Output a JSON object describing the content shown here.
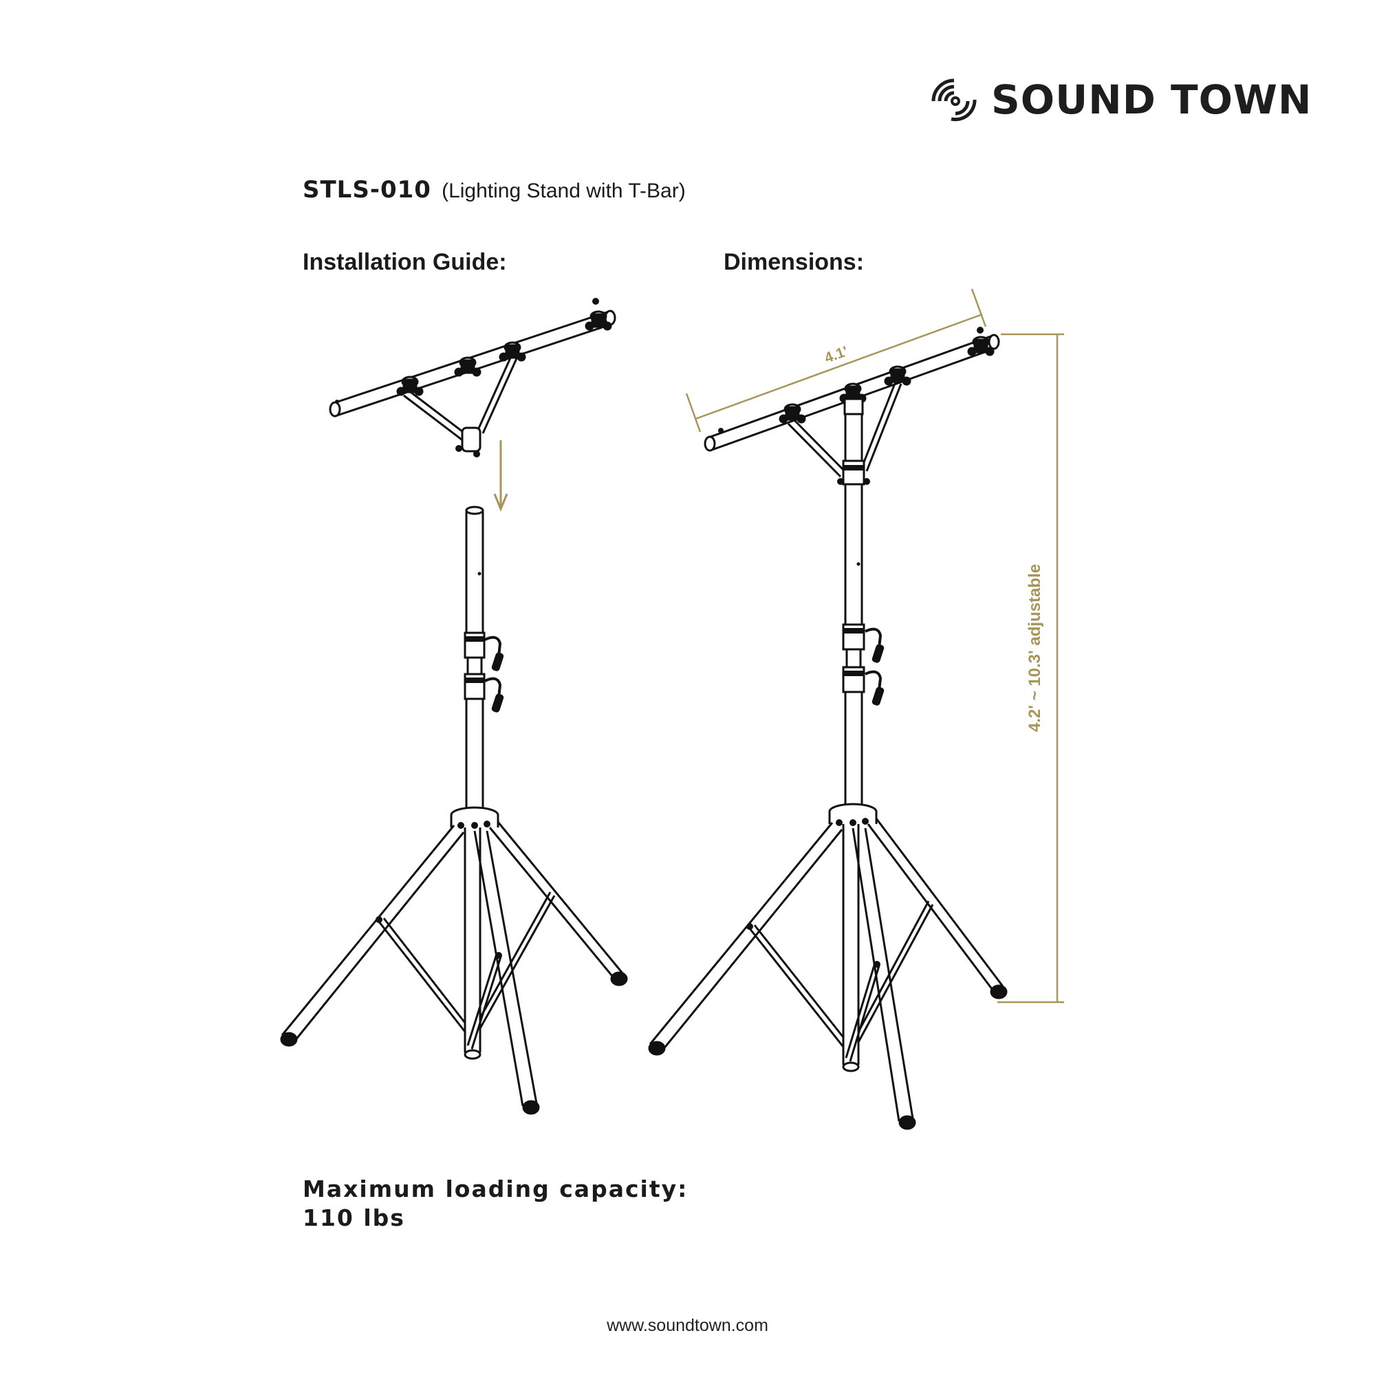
{
  "brand": {
    "name": "SOUND TOWN"
  },
  "product": {
    "model": "STLS-010",
    "description": "(Lighting Stand with T-Bar)"
  },
  "sections": {
    "installation": "Installation Guide:",
    "dimensions": "Dimensions:"
  },
  "dimensions": {
    "tbar_width": "4.1'",
    "height_range": "4.2' ~ 10.3' adjustable"
  },
  "capacity": {
    "label": "Maximum loading capacity:",
    "value": "110 lbs"
  },
  "footer": {
    "url": "www.soundtown.com"
  },
  "colors": {
    "accent": "#a8955a",
    "ink": "#1b1b1b"
  }
}
